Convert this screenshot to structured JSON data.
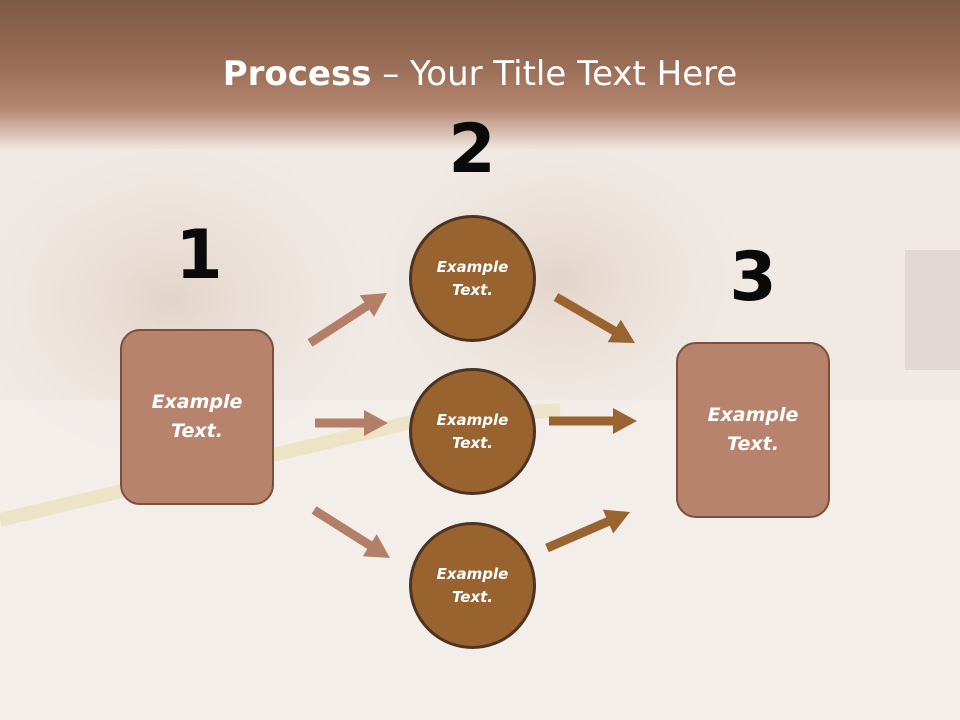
{
  "title": {
    "bold": "Process",
    "rest": " – Your Title Text Here"
  },
  "steps": {
    "one": "1",
    "two": "2",
    "three": "3"
  },
  "boxes": {
    "left": "Example\nText.",
    "right": "Example\nText."
  },
  "circles": {
    "top": "Example\nText.",
    "middle": "Example\nText.",
    "bottom": "Example\nText."
  },
  "colors": {
    "title_band": "#9b6e57",
    "box_fill": "#b8836c",
    "box_border": "#7b4f3c",
    "circle_fill": "#996330",
    "circle_border": "#4d3320",
    "arrow_left": "#b47f68",
    "arrow_right": "#9a6431"
  }
}
